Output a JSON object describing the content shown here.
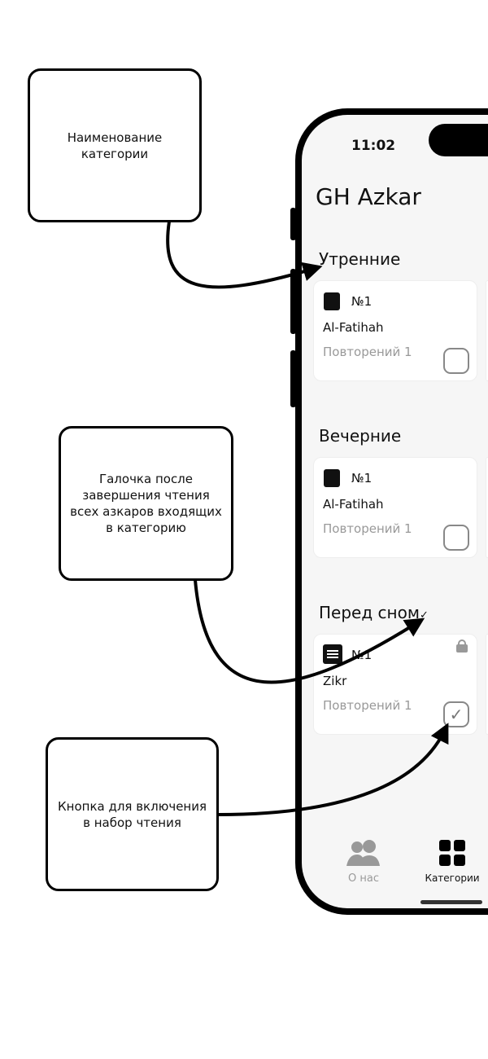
{
  "annotations": [
    {
      "text": "Наименование категории"
    },
    {
      "text": "Галочка после завершения чтения всех азкаров входящих в категорию"
    },
    {
      "text": "Кнопка для включения в набор чтения"
    }
  ],
  "phone": {
    "status_time": "11:02",
    "app_title": "GH Azkar",
    "sections": [
      {
        "title": "Утренние",
        "completed": false,
        "card": {
          "icon": "book-icon",
          "number": "№1",
          "name": "Al-Fatihah",
          "repeats": "Повторений 1",
          "checked": false,
          "locked": false
        }
      },
      {
        "title": "Вечерние",
        "completed": false,
        "card": {
          "icon": "book-icon",
          "number": "№1",
          "name": "Al-Fatihah",
          "repeats": "Повторений 1",
          "checked": false,
          "locked": false
        }
      },
      {
        "title": "Перед сном",
        "completed": true,
        "completed_mark": "✓",
        "card": {
          "icon": "list-icon",
          "number": "№1",
          "name": "Zikr",
          "repeats": "Повторений 1",
          "checked": true,
          "check_mark": "✓",
          "locked": true
        }
      }
    ],
    "tabs": [
      {
        "label": "О нас",
        "icon": "people-icon",
        "active": false
      },
      {
        "label": "Категории",
        "icon": "grid-icon",
        "active": true
      }
    ]
  }
}
